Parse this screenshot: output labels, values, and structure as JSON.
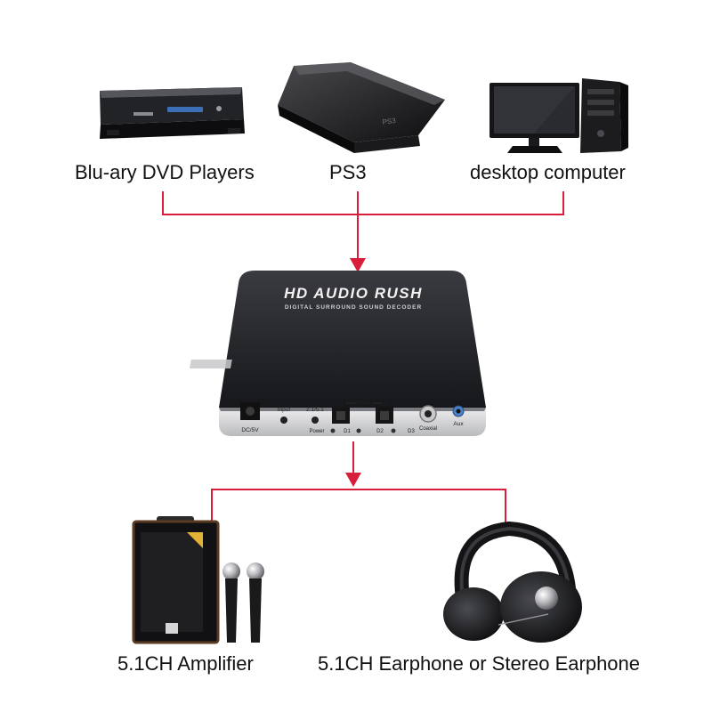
{
  "sources": [
    {
      "label": "Blu-ary DVD Players",
      "icon": "bluray-player-icon"
    },
    {
      "label": "PS3",
      "icon": "ps3-console-icon"
    },
    {
      "label": "desktop computer",
      "icon": "desktop-computer-icon"
    }
  ],
  "decoder": {
    "title": "HD AUDIO RUSH",
    "subtitle": "DIGITAL SURROUND SOUND DECODER",
    "ports": {
      "dc": "DC/5V",
      "input": "Input",
      "mode": "2.1/5.1",
      "spdif_1": "1",
      "spdif": "Spdif",
      "spdif_2": "2",
      "coaxial": "Coaxial",
      "aux": "Aux",
      "power": "Power",
      "d1": "D1",
      "d2": "D2",
      "d3": "D3"
    }
  },
  "outputs": [
    {
      "label": "5.1CH Amplifier",
      "icon": "amplifier-speaker-icon"
    },
    {
      "label": "5.1CH Earphone or Stereo Earphone",
      "icon": "headphones-icon"
    }
  ],
  "colors": {
    "connector": "#d81e3a",
    "device_body": "#1b1c1f",
    "panel": "#d9dadc"
  }
}
